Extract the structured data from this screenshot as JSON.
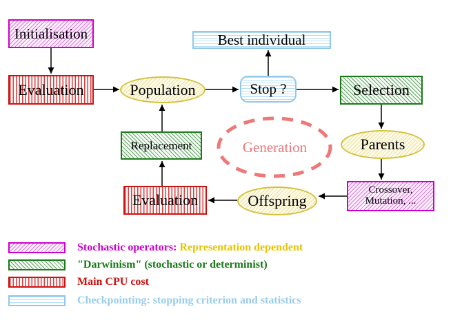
{
  "colors": {
    "magenta": "#cc00cc",
    "green": "#1a7a1a",
    "red": "#cc1111",
    "cyan-border": "#92c8e8",
    "cyan-line": "#b4def2",
    "cyan-text": "#99cceb",
    "yellow-border": "#d4c23c",
    "yellow-fill": "#fdfbe8",
    "salmon": "#ee7777",
    "gold": "#e6c400",
    "arrow": "#000000"
  },
  "nodes": {
    "initialisation": "Initialisation",
    "evaluation_top": "Evaluation",
    "population": "Population",
    "best_individual": "Best individual",
    "stop": "Stop ?",
    "selection": "Selection",
    "parents": "Parents",
    "replacement": "Replacement",
    "generation": "Generation",
    "evaluation_bottom": "Evaluation",
    "offspring": "Offspring",
    "crossover_line1": "Crossover,",
    "crossover_line2": "Mutation, ..."
  },
  "legend": {
    "rows": [
      {
        "primary": "Stochastic operators:",
        "secondary": "Representation dependent"
      },
      {
        "primary": "\"Darwinism\" (stochastic or determinist)",
        "secondary": ""
      },
      {
        "primary": "Main CPU cost",
        "secondary": ""
      },
      {
        "primary": "Checkpointing: stopping criterion and statistics",
        "secondary": ""
      }
    ]
  }
}
